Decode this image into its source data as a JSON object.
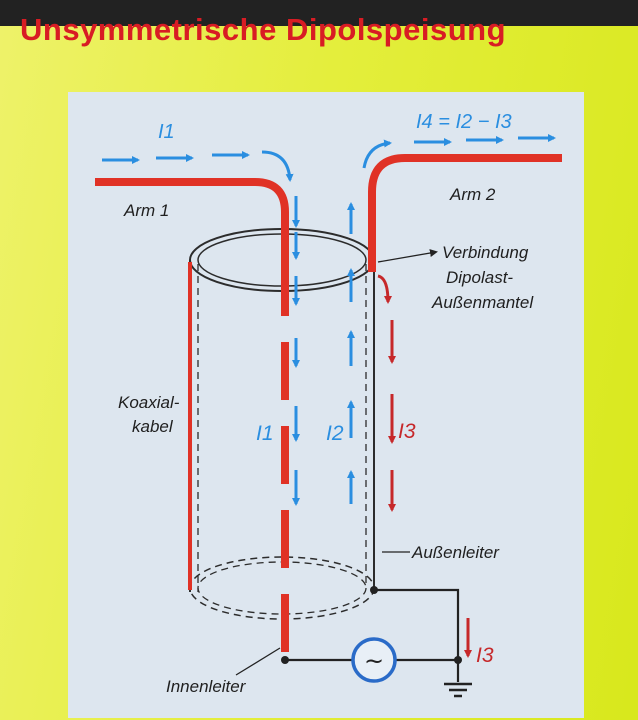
{
  "title": "Unsymmetrische Dipolspeisung",
  "labels": {
    "arm1": "Arm 1",
    "arm2": "Arm 2",
    "verbindung_line1": "Verbindung",
    "verbindung_line2": "Dipolast-",
    "verbindung_line3": "Außenmantel",
    "koaxial_line1": "Koaxial-",
    "koaxial_line2": "kabel",
    "aussenleiter": "Außenleiter",
    "innenleiter": "Innenleiter"
  },
  "currents": {
    "i1_top": "I1",
    "i4_eq": "I4 = I2 − I3",
    "i1_mid": "I1",
    "i2_mid": "I2",
    "i3_mid": "I3",
    "i3_bottom": "I3"
  },
  "source_symbol": "~",
  "colors": {
    "conductor": "#e03226",
    "current_blue": "#2a8ee0",
    "current_red": "#c6282a",
    "panel": "#dde6ef",
    "outline": "#2c2c2c"
  },
  "icons": {
    "source": "ac-source-icon",
    "ground": "ground-icon"
  }
}
